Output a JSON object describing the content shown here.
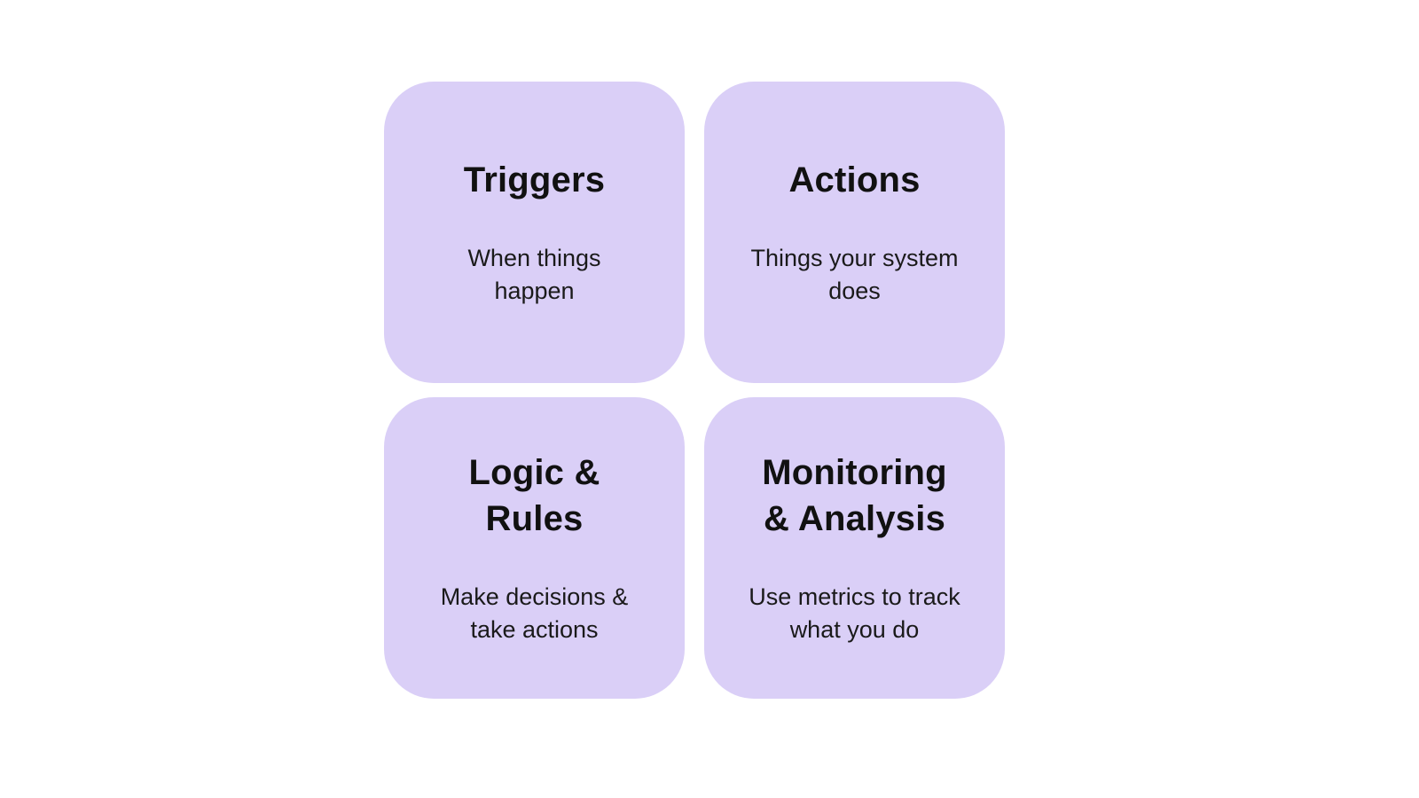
{
  "diagram": {
    "background_color": "#ffffff",
    "card_color": "#dacff7",
    "text_color": "#111111",
    "cards": [
      {
        "id": "triggers",
        "title": "Triggers",
        "subtitle": "When things\nhappen"
      },
      {
        "id": "actions",
        "title": "Actions",
        "subtitle": "Things your system\ndoes"
      },
      {
        "id": "logic-rules",
        "title": "Logic &\nRules",
        "subtitle": "Make decisions &\ntake actions"
      },
      {
        "id": "monitoring-analysis",
        "title": "Monitoring\n& Analysis",
        "subtitle": "Use metrics to track\nwhat you do"
      }
    ]
  }
}
